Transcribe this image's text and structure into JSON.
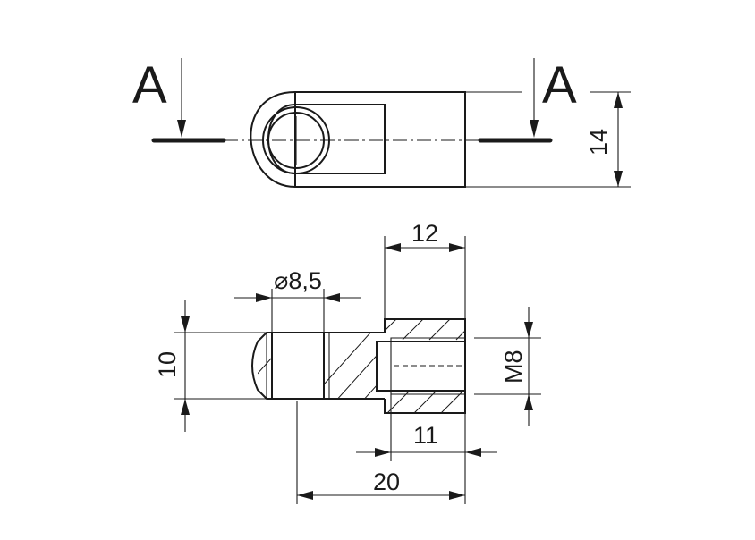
{
  "section": {
    "left_label": "A",
    "right_label": "A"
  },
  "dimensions": {
    "height_14": "14",
    "width_12": "12",
    "bore_dia": "⌀8,5",
    "height_10": "10",
    "thread": "M8",
    "depth_11": "11",
    "length_20": "20"
  }
}
